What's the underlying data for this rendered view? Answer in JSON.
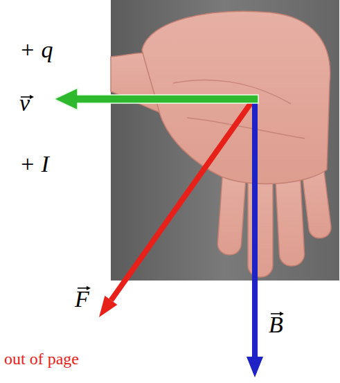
{
  "diagram": {
    "labels": [
      "+ q",
      "v",
      "+ I",
      "F",
      "B",
      "out of page"
    ]
  }
}
